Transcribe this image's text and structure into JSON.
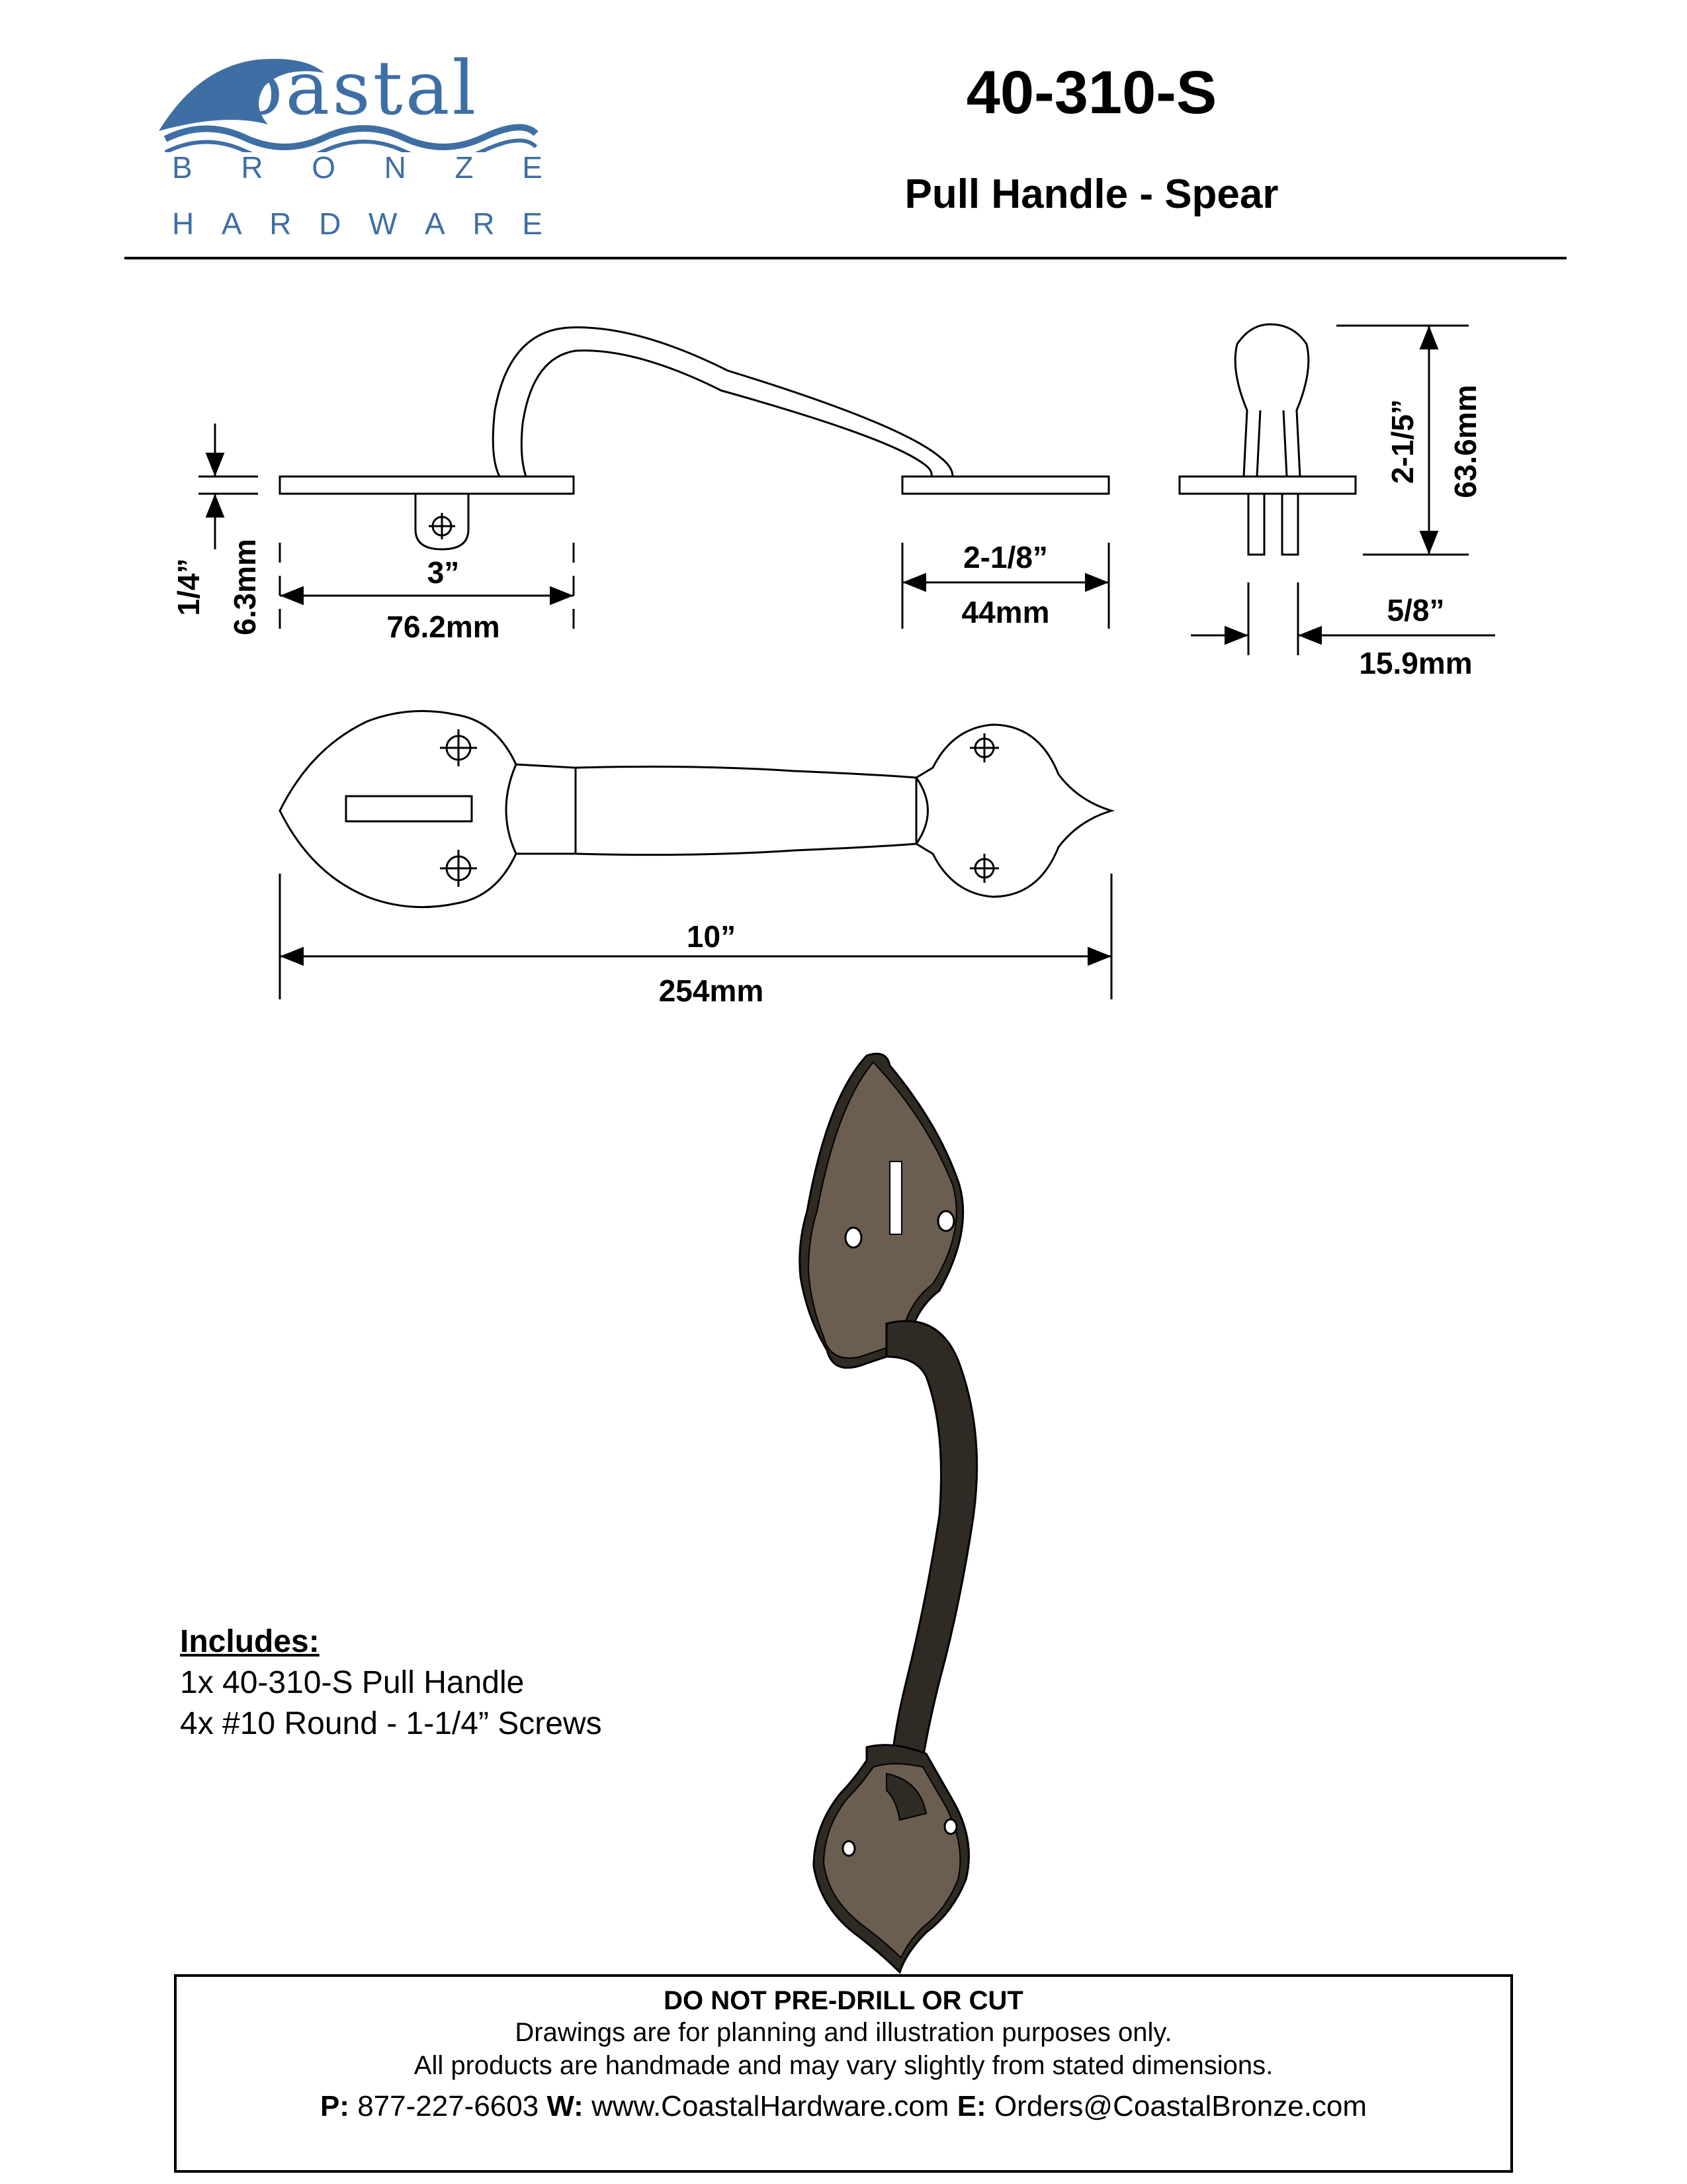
{
  "header": {
    "logo": {
      "word": "oastal",
      "initial": "C",
      "line1": "BRONZE",
      "line2": "HARDWARE"
    },
    "product_code": "40-310-S",
    "product_name": "Pull Handle - Spear"
  },
  "dimensions": {
    "thickness_in": "1/4”",
    "thickness_mm": "6.3mm",
    "post_spacing_in": "3”",
    "post_spacing_mm": "76.2mm",
    "plate_width_in": "2-1/8”",
    "plate_width_mm": "44mm",
    "projection_in": "2-1/5”",
    "projection_mm": "63.6mm",
    "grip_width_in": "5/8”",
    "grip_width_mm": "15.9mm",
    "overall_length_in": "10”",
    "overall_length_mm": "254mm"
  },
  "includes": {
    "title": "Includes:",
    "items": [
      "1x  40-310-S Pull Handle",
      "4x  #10 Round - 1-1/4” Screws"
    ]
  },
  "notice": {
    "heading": "DO NOT PRE-DRILL OR CUT",
    "line1": "Drawings are for planning and illustration purposes only.",
    "line2": "All products are handmade and may vary slightly from stated dimensions.",
    "phone_label": "P:",
    "phone": "877-227-6603",
    "web_label": "W:",
    "web": "www.CoastalHardware.com",
    "email_label": "E:",
    "email": "Orders@CoastalBronze.com"
  },
  "colors": {
    "brand_blue": "#3e6fa4",
    "bronze_dark": "#2f2a24",
    "bronze_face": "#6b5d4f"
  }
}
